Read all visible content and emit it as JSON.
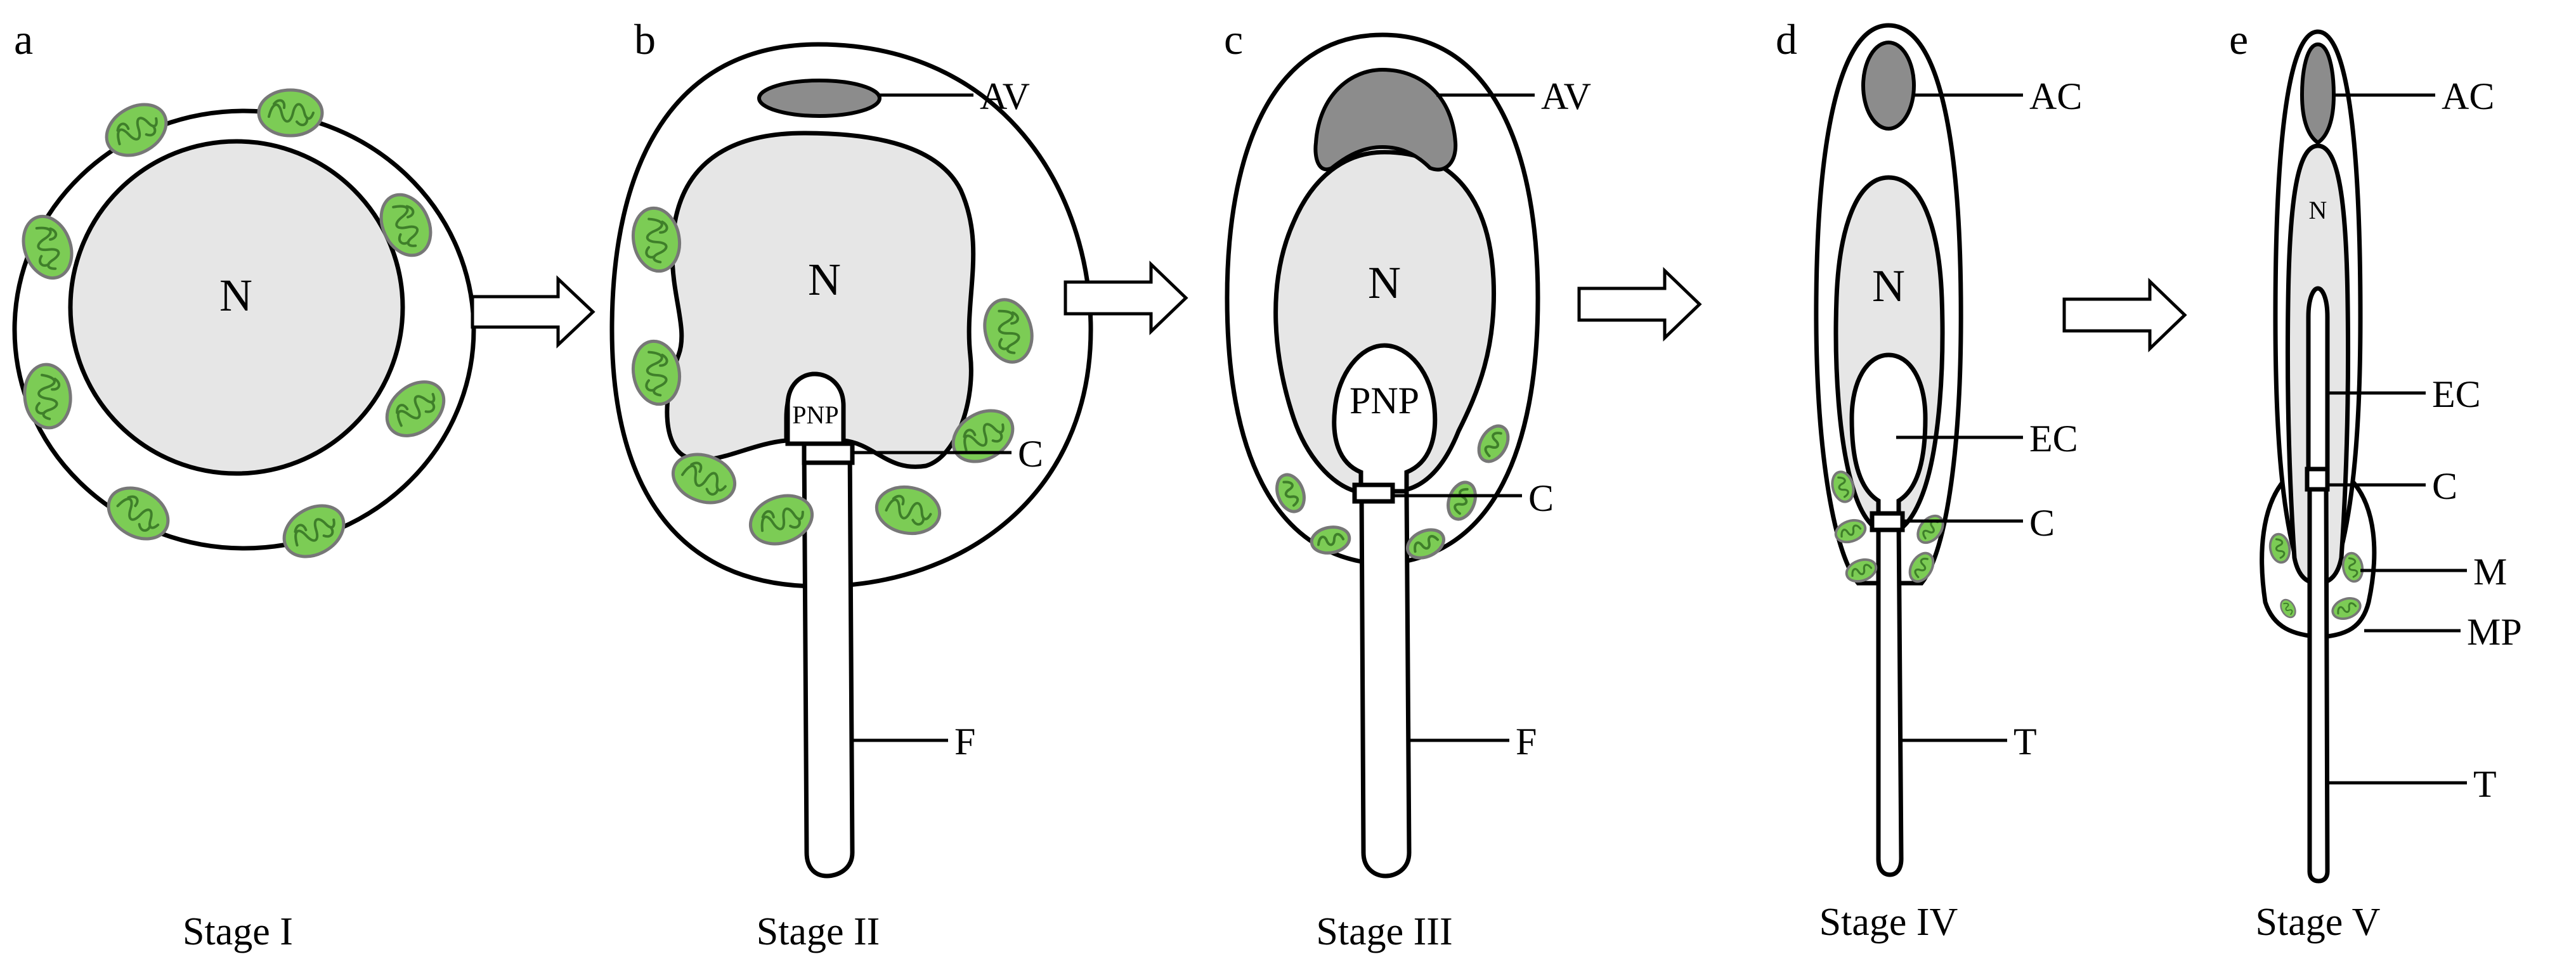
{
  "panels": [
    {
      "letter": "a",
      "stage": "Stage I"
    },
    {
      "letter": "b",
      "stage": "Stage II"
    },
    {
      "letter": "c",
      "stage": "Stage III"
    },
    {
      "letter": "d",
      "stage": "Stage IV"
    },
    {
      "letter": "e",
      "stage": "Stage V"
    }
  ],
  "labels": {
    "nucleus": "N",
    "acrosomal_vesicle": "AV",
    "acrosome": "AC",
    "centriole": "C",
    "posterior_nuclear_pocket": "PNP",
    "flagellum": "F",
    "endonuclear_canal": "EC",
    "mitochondria": "M",
    "midpiece": "MP",
    "tail": "T"
  },
  "colors": {
    "nucleus_fill": "#e6e6e6",
    "vesicle_fill": "#8c8c8c",
    "mitochondria_fill": "#7ccc55",
    "mitochondria_crista": "#3f7f2a",
    "outline": "#000000"
  }
}
